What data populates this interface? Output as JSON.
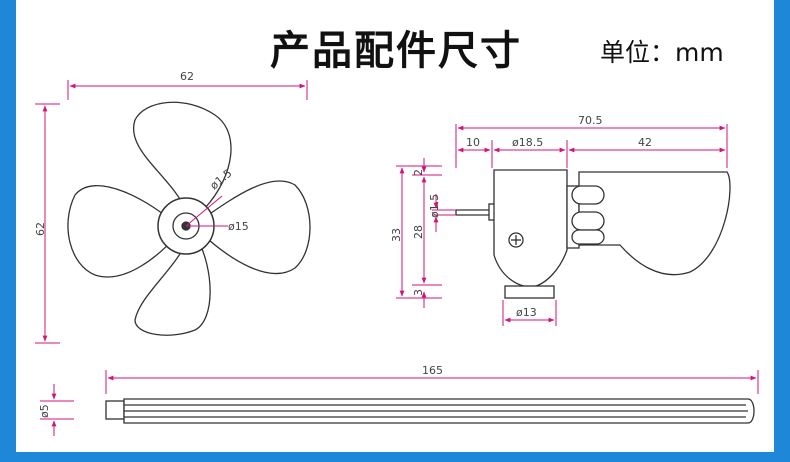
{
  "title": "产品配件尺寸",
  "unit_label": "单位：mm",
  "fan": {
    "width": "62",
    "height": "62",
    "hole_dia": "ø1.5",
    "hub_dia": "ø15"
  },
  "motor": {
    "total_length": "70.5",
    "seg_a": "10",
    "seg_b": "ø18.5",
    "seg_c": "42",
    "top_gap": "2",
    "height_33": "33",
    "height_28": "28",
    "shaft_dia": "ø1.5",
    "bottom_gap": "3",
    "base_dia": "ø13"
  },
  "rod": {
    "length": "165",
    "diameter": "ø5"
  },
  "colors": {
    "frame": "#1f87d8",
    "dimension": "#d0157a",
    "outline": "#333333"
  }
}
